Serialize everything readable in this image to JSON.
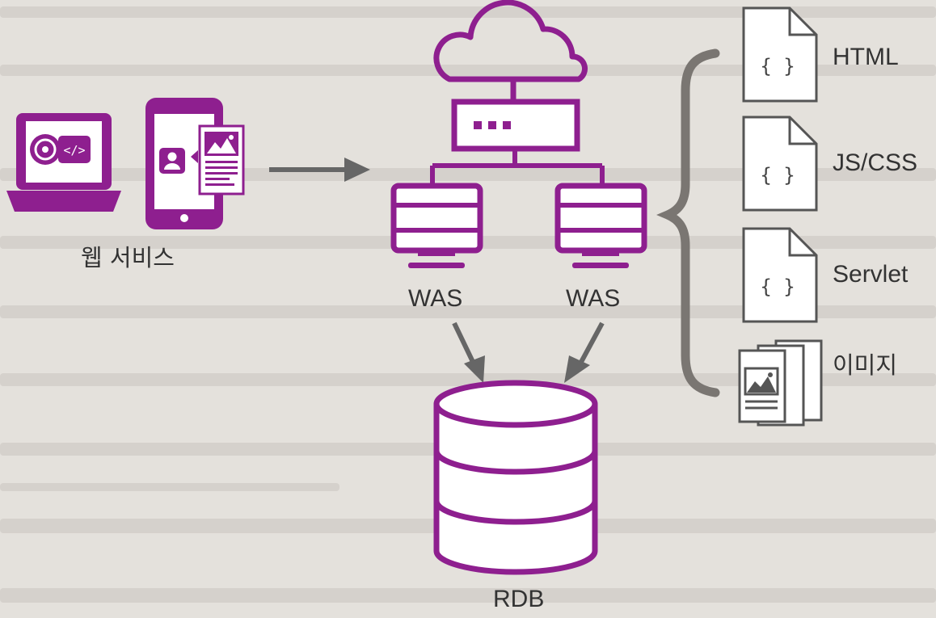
{
  "nodes": {
    "web_service": {
      "label": "웹 서비스"
    },
    "was_left": {
      "label": "WAS"
    },
    "was_right": {
      "label": "WAS"
    },
    "rdb": {
      "label": "RDB"
    }
  },
  "resources": [
    {
      "label": "HTML",
      "icon": "code-file-icon"
    },
    {
      "label": "JS/CSS",
      "icon": "code-file-icon"
    },
    {
      "label": "Servlet",
      "icon": "code-file-icon"
    },
    {
      "label": "이미지",
      "icon": "image-file-icon"
    }
  ],
  "colors": {
    "accent": "#8e1f8f",
    "bracket": "#7a7672",
    "arrow": "#666666",
    "text": "#333333",
    "background": "#e4e1dc"
  }
}
